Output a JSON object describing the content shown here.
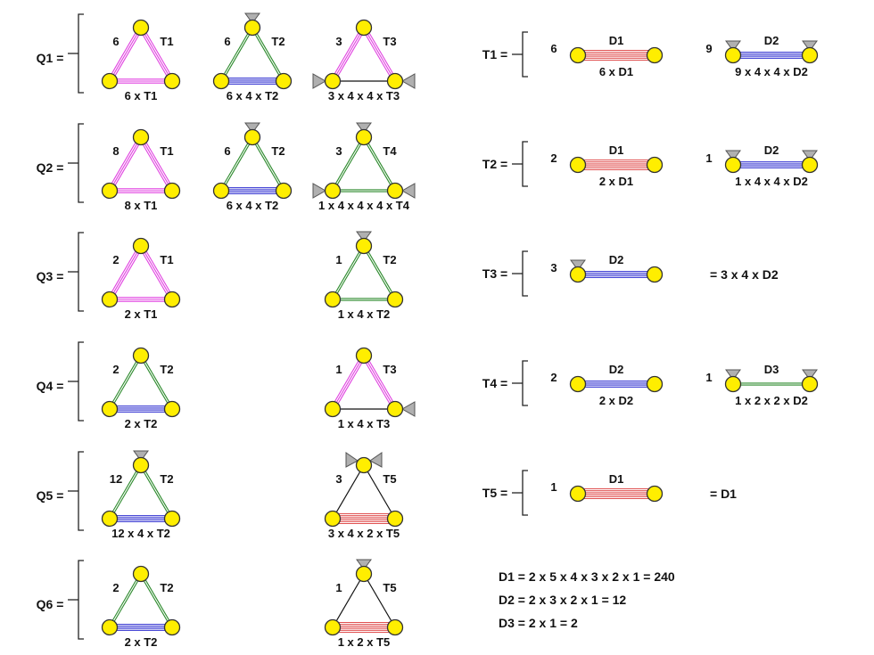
{
  "colors": {
    "T1": "#e040e0",
    "T2": "#2e8b2e",
    "T3": "#e040e0",
    "T4": "#2e8b2e",
    "T5": "#111111",
    "D1": "#e05050",
    "D2": "#3030d0",
    "D3": "#2e8b2e",
    "none": "#111111",
    "vertex_fill": "#ffee00",
    "vertex_stroke": "#333333",
    "leg_fill": "#b0b0b0"
  },
  "left_rows": [
    {
      "label": "Q1 =",
      "items": [
        {
          "coef": "6",
          "tag": "T1",
          "caption": "6 x T1",
          "side": "T1",
          "base": "T1",
          "legs": []
        },
        {
          "coef": "6",
          "tag": "T2",
          "caption": "6 x 4 x T2",
          "side": "T2",
          "base": "D2",
          "legs": [
            "top"
          ]
        },
        {
          "coef": "3",
          "tag": "T3",
          "caption": "3 x 4 x 4 x T3",
          "side": "T3",
          "base": "none",
          "legs": [
            "bl",
            "br"
          ]
        }
      ]
    },
    {
      "label": "Q2 =",
      "items": [
        {
          "coef": "8",
          "tag": "T1",
          "caption": "8 x T1",
          "side": "T1",
          "base": "T1",
          "legs": []
        },
        {
          "coef": "6",
          "tag": "T2",
          "caption": "6 x 4 x T2",
          "side": "T2",
          "base": "D2",
          "legs": [
            "top"
          ]
        },
        {
          "coef": "3",
          "tag": "T4",
          "caption": "1 x 4 x 4 x 4 x T4",
          "side": "T4",
          "base": "D3",
          "legs": [
            "top",
            "bl",
            "br"
          ]
        }
      ]
    },
    {
      "label": "Q3 =",
      "items": [
        {
          "coef": "2",
          "tag": "T1",
          "caption": "2 x T1",
          "side": "T1",
          "base": "T1",
          "legs": []
        },
        null,
        {
          "coef": "1",
          "tag": "T2",
          "caption": "1 x 4 x T2",
          "side": "T2",
          "base": "T2",
          "legs": [
            "top"
          ]
        }
      ]
    },
    {
      "label": "Q4 =",
      "items": [
        {
          "coef": "2",
          "tag": "T2",
          "caption": "2 x T2",
          "side": "T2",
          "base": "D2",
          "legs": []
        },
        null,
        {
          "coef": "1",
          "tag": "T3",
          "caption": "1 x 4 x T3",
          "side": "T3",
          "base": "none",
          "legs": [
            "br"
          ]
        }
      ]
    },
    {
      "label": "Q5 =",
      "items": [
        {
          "coef": "12",
          "tag": "T2",
          "caption": "12 x 4 x T2",
          "side": "T2",
          "base": "D2",
          "legs": [
            "top"
          ]
        },
        null,
        {
          "coef": "3",
          "tag": "T5",
          "caption": "3 x 4 x 2 x T5",
          "side": "T5",
          "base": "D1",
          "legs": [
            "topl",
            "topr"
          ]
        }
      ]
    },
    {
      "label": "Q6 =",
      "items": [
        {
          "coef": "2",
          "tag": "T2",
          "caption": "2 x T2",
          "side": "T2",
          "base": "D2",
          "legs": []
        },
        null,
        {
          "coef": "1",
          "tag": "T5",
          "caption": "1 x 2 x T5",
          "side": "T5",
          "base": "D1",
          "legs": [
            "top"
          ]
        }
      ]
    }
  ],
  "right_rows": [
    {
      "label": "T1 =",
      "items": [
        {
          "coef": "6",
          "tag": "D1",
          "caption": "6 x D1",
          "type": "D1",
          "legs": false
        },
        {
          "coef": "9",
          "tag": "D2",
          "caption": "9 x 4 x 4 x D2",
          "type": "D2",
          "legs": true
        }
      ],
      "text": ""
    },
    {
      "label": "T2 =",
      "items": [
        {
          "coef": "2",
          "tag": "D1",
          "caption": "2 x D1",
          "type": "D1",
          "legs": false
        },
        {
          "coef": "1",
          "tag": "D2",
          "caption": "1 x 4 x 4 x D2",
          "type": "D2",
          "legs": true
        }
      ],
      "text": ""
    },
    {
      "label": "T3 =",
      "items": [
        {
          "coef": "3",
          "tag": "D2",
          "caption": "",
          "type": "D2",
          "legs": "left"
        }
      ],
      "text": "= 3 x 4 x D2"
    },
    {
      "label": "T4 =",
      "items": [
        {
          "coef": "2",
          "tag": "D2",
          "caption": "2 x D2",
          "type": "D2",
          "legs": false
        },
        {
          "coef": "1",
          "tag": "D3",
          "caption": "1 x 2 x 2 x D2",
          "type": "D3",
          "legs": true
        }
      ],
      "text": ""
    },
    {
      "label": "T5 =",
      "items": [
        {
          "coef": "1",
          "tag": "D1",
          "caption": "",
          "type": "D1",
          "legs": false
        }
      ],
      "text": "= D1"
    }
  ],
  "definitions": [
    "D1 = 2 x 5 x 4 x 3 x 2 x 1 = 240",
    "D2 = 2 x 3 x 2 x 1 = 12",
    "D3 = 2 x 1 = 2"
  ]
}
